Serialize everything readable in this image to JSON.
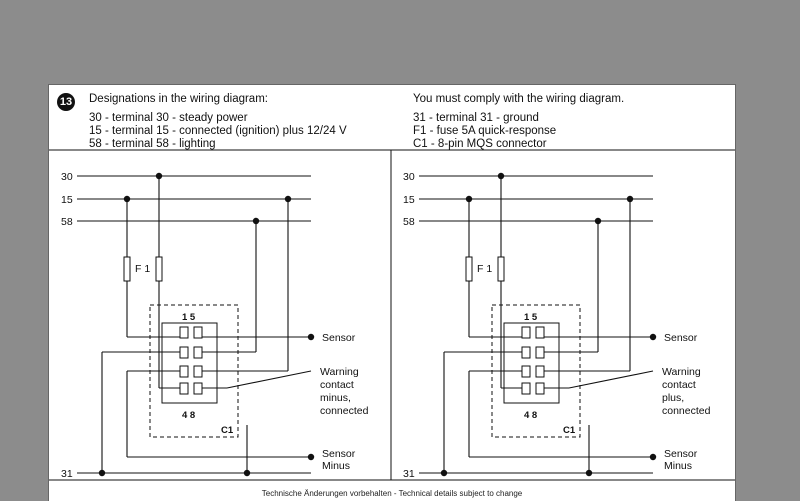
{
  "header": {
    "number": "13",
    "left_title": "Designations in the wiring diagram:",
    "left_lines": [
      "30 - terminal 30 - steady power",
      "15 - terminal 15 - connected (ignition) plus 12/24 V",
      "58 - terminal 58 - lighting"
    ],
    "right_title": "You must comply with the wiring diagram.",
    "right_lines": [
      "31 - terminal 31 - ground",
      "F1 - fuse 5A quick-response",
      "C1 - 8-pin MQS connector"
    ]
  },
  "diagrams": [
    {
      "rails": [
        "30",
        "15",
        "58"
      ],
      "ground": "31",
      "fuse_label": "F 1",
      "pins_top": "1  5",
      "pins_bottom": "4  8",
      "connector_label": "C1",
      "sensor_label": "Sensor",
      "warning_label": [
        "Warning",
        "contact",
        "minus,",
        "connected"
      ],
      "sensor_minus_label": [
        "Sensor",
        "Minus"
      ]
    },
    {
      "rails": [
        "30",
        "15",
        "58"
      ],
      "ground": "31",
      "fuse_label": "F 1",
      "pins_top": "1  5",
      "pins_bottom": "4  8",
      "connector_label": "C1",
      "sensor_label": "Sensor",
      "warning_label": [
        "Warning",
        "contact",
        "plus,",
        "connected"
      ],
      "sensor_minus_label": [
        "Sensor",
        "Minus"
      ]
    }
  ],
  "footer": "Technische Änderungen vorbehalten  -  Technical details subject to change"
}
